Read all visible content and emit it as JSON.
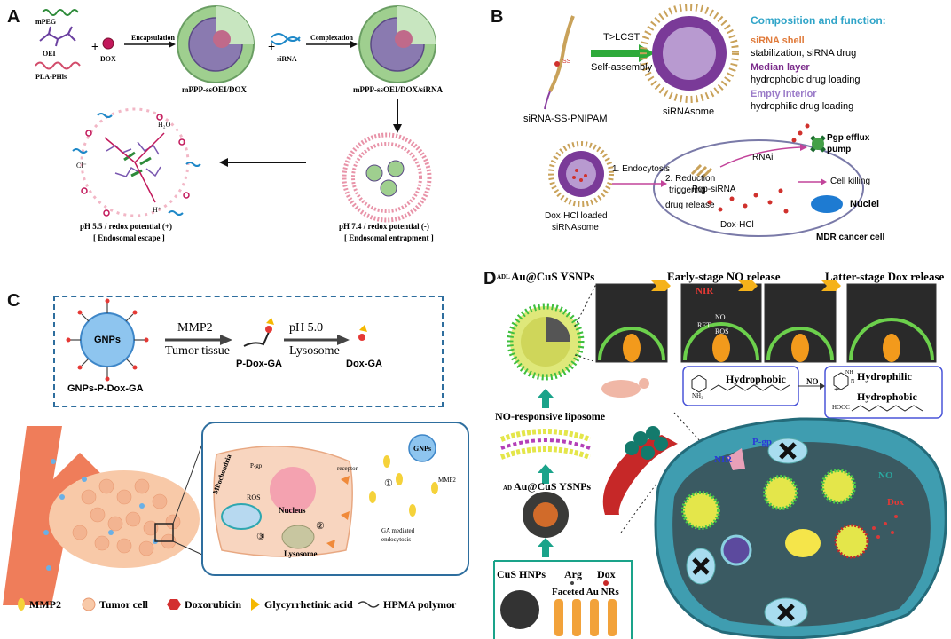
{
  "panels": {
    "a": "A",
    "b": "B",
    "c": "C",
    "d": "D"
  },
  "a": {
    "mpeg": "mPEG",
    "oei": "OEI",
    "plaphis": "PLA-PHis",
    "dox": "DOX",
    "sirna": "siRNA",
    "encapsulation": "Encapsulation",
    "complexation": "Complexation",
    "np1": "mPPP-ssOEI/DOX",
    "np2": "mPPP-ssOEI/DOX/siRNA",
    "ph74": "pH 7.4 / redox potential (-)",
    "entrapment": "[ Endosomal entrapment ]",
    "ph55": "pH 5.5 / redox potential (+)",
    "escape": "[ Endosomal escape ]",
    "h2o": "H₂O",
    "cl": "Cl⁻",
    "hplus": "H⁺"
  },
  "b": {
    "lcst": "T>LCST",
    "selfassembly": "Self-assembly",
    "polymer": "siRNA-SS-PNIPAM",
    "some": "siRNAsome",
    "comp_title": "Composition and function:",
    "shell": "siRNA shell",
    "shell_desc": "stabilization, siRNA drug",
    "median": "Median layer",
    "median_desc": "hydrophobic drug loading",
    "empty": "Empty interior",
    "empty_desc": "hydrophilic drug loading",
    "loaded": "Dox·HCl loaded",
    "loaded2": "siRNAsome",
    "endo": "1. Endocytosis",
    "reduction": "2. Reduction",
    "triggering": "triggering",
    "release": "drug release",
    "pgpsirna": "Pgp-siRNA",
    "doxhcl": "Dox·HCl",
    "rnai": "RNAi",
    "pgp": "Pgp efflux",
    "pump": "pump",
    "killing": "Cell killing",
    "nuclei": "Nuclei",
    "mdr": "MDR cancer cell",
    "ss": "SS"
  },
  "c": {
    "gnps": "GNPs",
    "mmp2": "MMP2",
    "tumor": "Tumor tissue",
    "ph50": "pH 5.0",
    "lysosome": "Lysosome",
    "pdox": "P-Dox-GA",
    "doxga": "Dox-GA",
    "conj": "GNPs-P-Dox-GA",
    "mito": "Mitochondria",
    "ros": "ROS",
    "nucleus": "Nucleus",
    "lyso2": "Lysosome",
    "receptor": "receptor",
    "pgp": "P-gp",
    "gnps2": "GNPs",
    "mmp2b": "MMP2",
    "ga": "GA mediated",
    "endocytosis": "endocytosis",
    "n1": "①",
    "n2": "②",
    "n3": "③",
    "legend": [
      "MMP2",
      "Tumor cell",
      "Doxorubicin",
      "Glycyrrhetinic acid",
      "HPMA polymor"
    ]
  },
  "d": {
    "adl": "ADL",
    "adl2": "Au@CuS YSNPs",
    "early": "Early-stage NO release",
    "latter": "Latter-stage Dox release",
    "nir": "NIR",
    "no": "NO",
    "ros": "ROS",
    "ret": "RET",
    "hydrophobic": "Hydrophobic",
    "hydrophilic": "Hydrophilic",
    "hydrophobic2": "Hydrophobic",
    "plus": "+",
    "nh2": "NH₂",
    "hooc": "HOOC",
    "nh": "NH",
    "n": "N",
    "liposome": "NO-responsive liposome",
    "ad": "AD",
    "ad2": "Au@CuS YSNPs",
    "cus": "CuS HNPs",
    "arg": "Arg",
    "doxl": "Dox",
    "faceted": "Faceted Au NRs",
    "pgp": "P-gp",
    "nir2": "NIR",
    "no2": "NO",
    "dox2": "Dox"
  }
}
